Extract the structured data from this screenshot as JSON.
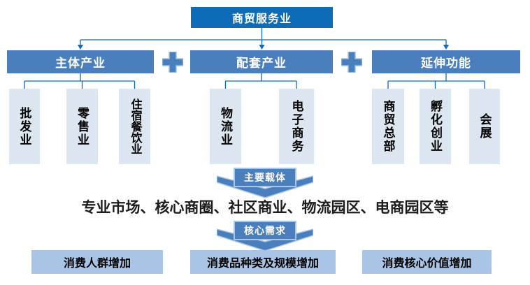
{
  "title": {
    "root_label": "商贸服务业"
  },
  "groups": [
    {
      "header": "主体产业",
      "children": [
        "批发业",
        "零售业",
        "住宿餐饮业"
      ]
    },
    {
      "header": "配套产业",
      "children": [
        "物流业",
        "电子商务"
      ]
    },
    {
      "header": "延伸功能",
      "children": [
        "商贸总部",
        "孵化创业",
        "会展"
      ]
    }
  ],
  "flow": {
    "carrier_arrow_label": "主要载体",
    "carrier_text": "专业市场、核心商圈、社区商业、物流园区、电商园区等",
    "demand_arrow_label": "核心需求",
    "outcomes": [
      "消费人群增加",
      "消费品种类及规模增加",
      "消费核心价值增加"
    ]
  },
  "colors": {
    "top-box": "#0d6bb7",
    "header-box": "#4a7ebd",
    "child-box": "#dce6f1",
    "bottom-box": "#a9c4e4",
    "chevron": "#4a7ebd",
    "chevron-edge": "#a8c6e8",
    "plus": "#4a7ebd",
    "plus-edge": "#9cc3e9",
    "line": "#0f6ab7",
    "big-text": "#1c1c1c"
  }
}
